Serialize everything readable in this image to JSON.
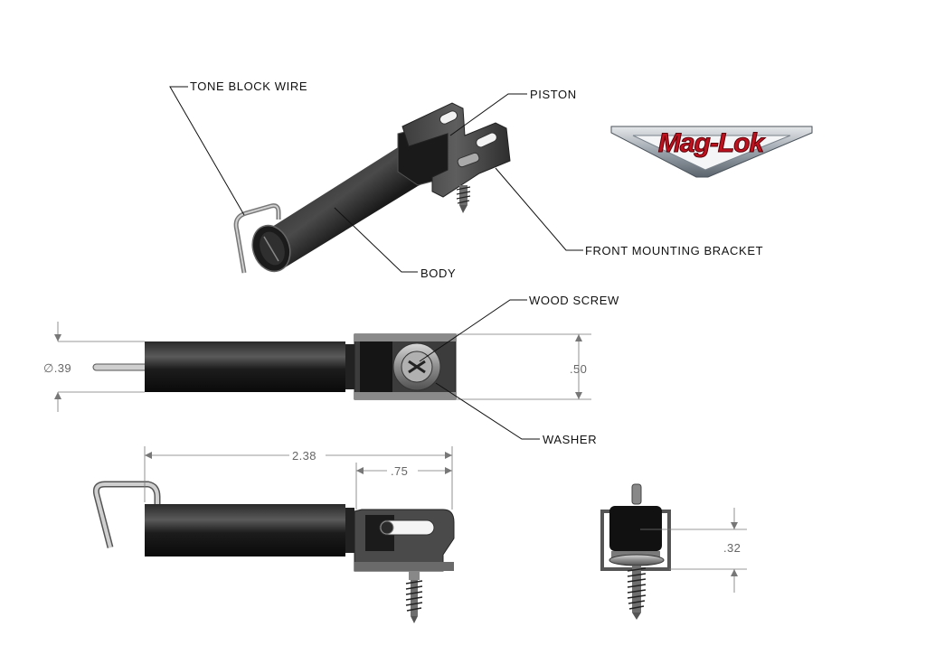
{
  "callouts": {
    "tone_block_wire": "TONE BLOCK WIRE",
    "piston": "PISTON",
    "front_mounting_bracket": "FRONT MOUNTING BRACKET",
    "body": "BODY",
    "wood_screw": "WOOD SCREW",
    "washer": "WASHER"
  },
  "dimensions": {
    "diameter": "∅.39",
    "height": ".50",
    "overall_length": "2.38",
    "bracket_length": ".75",
    "side_offset": ".32"
  },
  "logo": {
    "text": "Mag-Lok",
    "color": "#c0111f",
    "chevron_color": "#8a929c"
  }
}
